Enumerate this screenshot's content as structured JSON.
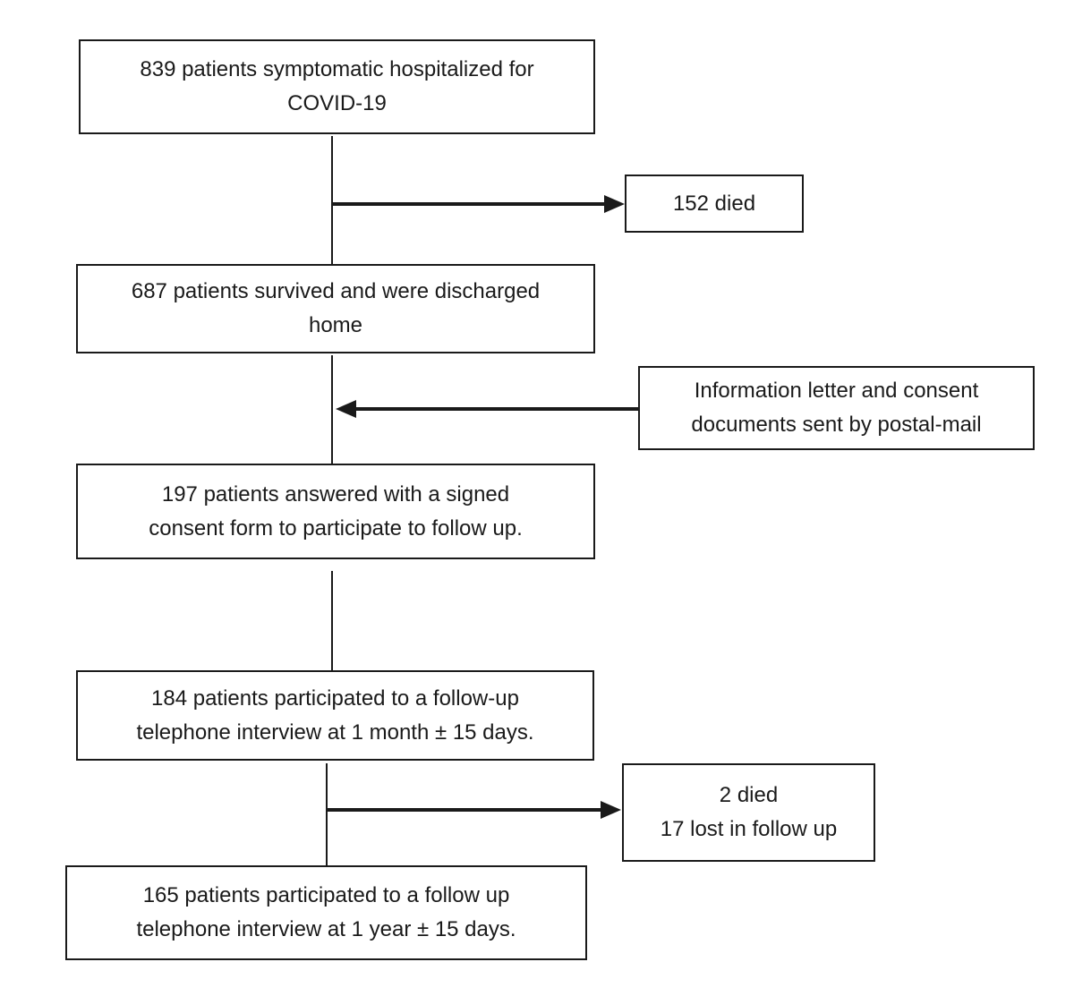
{
  "diagram": {
    "type": "patient-flow-chart",
    "colors": {
      "box_border": "#1a1a1a",
      "line": "#1a1a1a",
      "text": "#1a1a1a",
      "background": "#ffffff"
    },
    "nodes": {
      "hospitalized": {
        "text": "839 patients symptomatic hospitalized for\nCOVID-19"
      },
      "died_initial": {
        "text": "152 died"
      },
      "survived": {
        "text": "687 patients survived and were discharged\nhome"
      },
      "info_letter": {
        "text": "Information letter and consent\ndocuments sent by postal-mail"
      },
      "consented": {
        "text": "197 patients answered with a signed\nconsent form to participate to follow up."
      },
      "followup_1month": {
        "text": "184 patients participated to a follow-up\ntelephone interview at 1 month ± 15 days."
      },
      "lost_followup": {
        "text": "2 died\n17 lost in follow up"
      },
      "followup_1year": {
        "text": "165 patients participated to a follow up\ntelephone interview at 1 year ± 15 days."
      }
    }
  }
}
